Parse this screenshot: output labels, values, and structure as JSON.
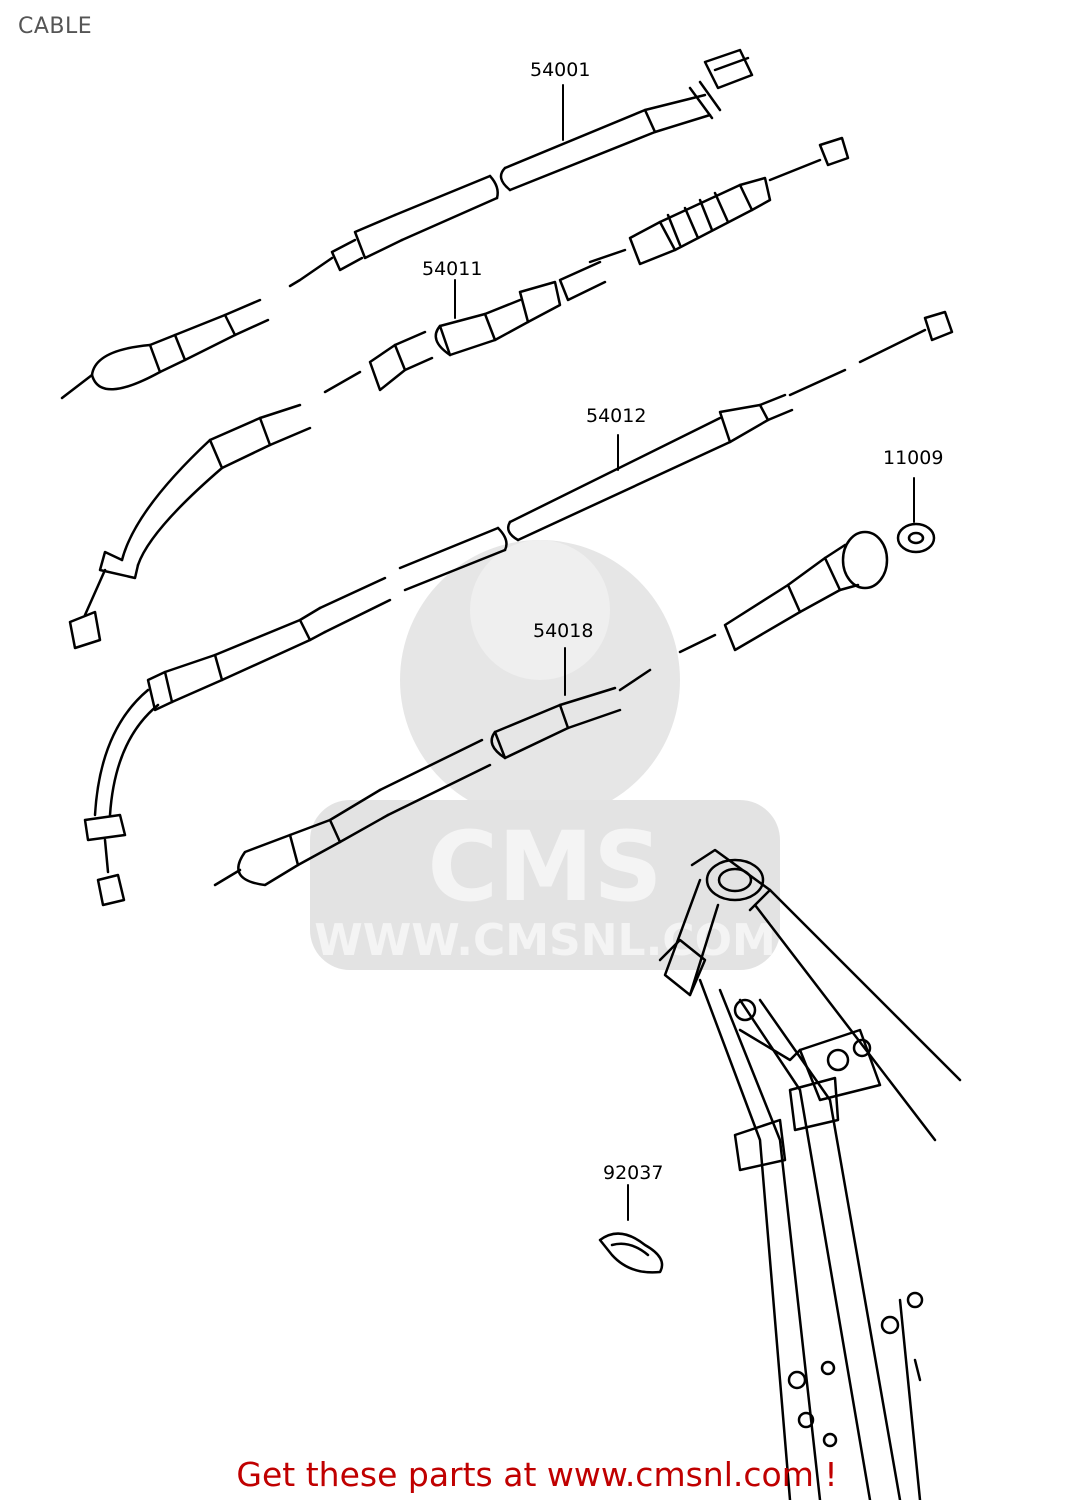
{
  "page": {
    "title": "CABLE"
  },
  "parts": [
    {
      "id": "speedo-cable",
      "number": "54001"
    },
    {
      "id": "clutch-cable",
      "number": "54011"
    },
    {
      "id": "throttle-cable",
      "number": "54012"
    },
    {
      "id": "washer",
      "number": "11009"
    },
    {
      "id": "tacho-cable",
      "number": "54018"
    },
    {
      "id": "clamp",
      "number": "92037"
    }
  ],
  "watermark": {
    "logo": "CMS",
    "url": "WWW.CMSNL.COM"
  },
  "footer": {
    "text": "Get these parts at www.cmsnl.com !"
  },
  "colors": {
    "footer": "#c00000",
    "line": "#000000",
    "watermark": "#dddddd"
  }
}
